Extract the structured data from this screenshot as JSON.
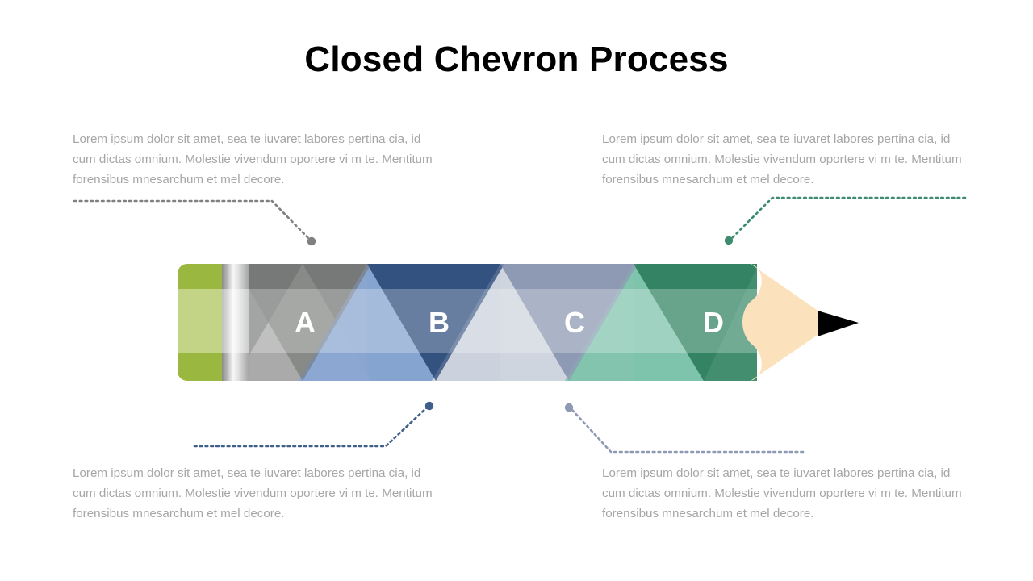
{
  "slide": {
    "title": "Closed Chevron Process",
    "background_color": "#ffffff"
  },
  "body_text": {
    "top_left": "Lorem ipsum dolor sit amet, sea te iuvaret labores pertina cia, id cum dictas omnium. Molestie vivendum oportere vi m te. Mentitum forensibus mnesarchum et mel decore.",
    "top_right": "Lorem ipsum dolor sit amet, sea te iuvaret labores pertina cia, id cum dictas omnium. Molestie vivendum oportere vi m te. Mentitum forensibus mnesarchum et mel decore.",
    "bottom_left": "Lorem ipsum dolor sit amet, sea te iuvaret labores pertina cia, id cum dictas omnium. Molestie vivendum oportere vi m te. Mentitum forensibus mnesarchum et mel decore.",
    "bottom_right": "Lorem ipsum dolor sit amet, sea te iuvaret labores pertina cia, id cum dictas omnium. Molestie vivendum oportere vi m te. Mentitum forensibus mnesarchum et mel decore."
  },
  "steps": [
    {
      "id": "a",
      "label": "A",
      "base_color": "#848685",
      "accent_color": "#8aa8d4",
      "connector_color": "#808080",
      "connector_position": "top-left"
    },
    {
      "id": "b",
      "label": "B",
      "base_color": "#46628d",
      "accent_color": "#c6cdda",
      "connector_color": "#3e5f8a",
      "connector_position": "bottom-left"
    },
    {
      "id": "c",
      "label": "C",
      "base_color": "#8e9ab3",
      "accent_color": "#82c6ae",
      "connector_color": "#8e9ab3",
      "connector_position": "bottom-right"
    },
    {
      "id": "d",
      "label": "D",
      "base_color": "#428e6e",
      "accent_color": "#fce2bc",
      "connector_color": "#3e8b6e",
      "connector_position": "top-right"
    }
  ],
  "pencil": {
    "eraser_color": "#9ab73f",
    "eraser_band_color": "#c3d487",
    "ferrule_light": "#f2f2f2",
    "ferrule_dark": "#7f7f7f",
    "wood_color": "#fce2bc",
    "graphite_color": "#000000",
    "highlight_band_color": "#ffffff"
  },
  "colors": {
    "title_text": "#000000",
    "body_text": "#a6a6a6",
    "letter_text": "#ffffff"
  }
}
